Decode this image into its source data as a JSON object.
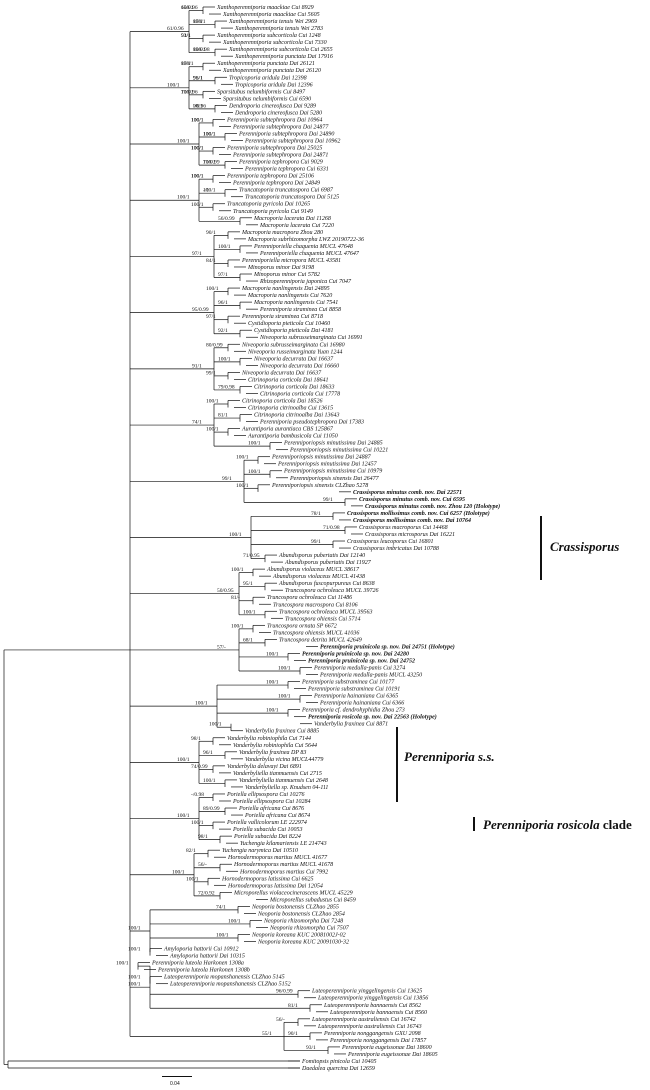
{
  "tree": {
    "taxa": [
      {
        "name": "Xanthoperenniporia maackiae Cui 8929"
      },
      {
        "name": "Xanthoperenniporia maackiae Cui 5605"
      },
      {
        "name": "Xanthoperenniporia tenuis Wei 2969"
      },
      {
        "name": "Xanthoperenniporia tenuis Wei 2783"
      },
      {
        "name": "Xanthoperenniporia subcorticola Cui 1248"
      },
      {
        "name": "Xanthoperenniporia subcorticola Cui 7330"
      },
      {
        "name": "Xanthoperenniporia subcorticola Cui 2655"
      },
      {
        "name": "Xanthoperenniporia punctata Dai 17916"
      },
      {
        "name": "Xanthoperenniporia punctata Dai 26121"
      },
      {
        "name": "Xanthoperenniporia punctata Dai 26120"
      },
      {
        "name": "Tropicoporia aridula Dai 12398"
      },
      {
        "name": "Tropicoporia aridula Dai 12396"
      },
      {
        "name": "Sparsitubus nelumbiformis Cui 8497"
      },
      {
        "name": "Sparsitubus nelumbiformis Cui 6590"
      },
      {
        "name": "Dendroporia cinereofusca Dai 9289"
      },
      {
        "name": "Dendroporia cinereofusca Dai 5280"
      },
      {
        "name": "Perenniporia subtephropora Dai 10964"
      },
      {
        "name": "Perenniporia subtephropora Dai 24877"
      },
      {
        "name": "Perenniporia subtephropora Dai 24890"
      },
      {
        "name": "Perenniporia subtephropora Dai 10962"
      },
      {
        "name": "Perenniporia subtephropora Dai 25025"
      },
      {
        "name": "Perenniporia subtephropora Dai 24871"
      },
      {
        "name": "Perenniporia tephropora Cui 9029"
      },
      {
        "name": "Perenniporia tephropora Cui 6331"
      },
      {
        "name": "Perenniporia tephropora Dai 25106"
      },
      {
        "name": "Perenniporia tephropora Dai 24849"
      },
      {
        "name": "Truncatoporia truncatospora Cui 6987"
      },
      {
        "name": "Truncatoporia truncatospora Dai 5125"
      },
      {
        "name": "Truncatoporia pyricola Dai 10265"
      },
      {
        "name": "Truncatoporia pyricola Cui 9149"
      },
      {
        "name": "Macroporia lacerata Dai 11268"
      },
      {
        "name": "Macroporia lacerata Cui 7220"
      },
      {
        "name": "Macroporia macropora Zhou 280"
      },
      {
        "name": "Macroporia subrhizomorpha LWZ 20190722-36"
      },
      {
        "name": "Perenniporiella chaquenia MUCL 47648"
      },
      {
        "name": "Perenniporiella chaquenia MUCL 47647"
      },
      {
        "name": "Perenniporiella micropora MUCL 43581"
      },
      {
        "name": "Minoporus minor Dai 9198"
      },
      {
        "name": "Minoporus minor Cui 5782"
      },
      {
        "name": "Rhizoperenniporia japonica Cui 7047"
      },
      {
        "name": "Macroporia nanlingensis Dai 24895"
      },
      {
        "name": "Macroporia nanlingensis Cui 7620"
      },
      {
        "name": "Macroporia nanlingensis Cui 7541"
      },
      {
        "name": "Perenniporia straminea Cui 8858"
      },
      {
        "name": "Perenniporia straminea Cui 8718"
      },
      {
        "name": "Cystidioporia pieticola Cui 10460"
      },
      {
        "name": "Cystidioporia pieticola Dai 4181"
      },
      {
        "name": "Niveoporia subrusseimarginata Cui 16991"
      },
      {
        "name": "Niveoporia subrusseimarginata Cui 16980"
      },
      {
        "name": "Niveoporia russeimarginata Yuan 1244"
      },
      {
        "name": "Niveoporia decurrata Dai 16637"
      },
      {
        "name": "Niveoporia decurrata Dai 16660"
      },
      {
        "name": "Niveoporia decurrata Dai 16637"
      },
      {
        "name": "Citrinoporia corticola Dai 18641"
      },
      {
        "name": "Citrinoporia corticola Dai 18633"
      },
      {
        "name": "Citrinoporia corticola Cui 17778"
      },
      {
        "name": "Citrinoporia corticola Dai 18526"
      },
      {
        "name": "Citrinoporia citrinoalba Cui 13615"
      },
      {
        "name": "Citrinoporia citrinoalba Dai 13643"
      },
      {
        "name": "Perenniporia pseudotephropora Dai 17383"
      },
      {
        "name": "Aurantiporia aurantiaca CBS 125867"
      },
      {
        "name": "Aurantiporia bambusicola Cui 11050"
      },
      {
        "name": "Perenniporiopsis minutissima Dai 24885"
      },
      {
        "name": "Perenniporiopsis minutissima Cui 10221"
      },
      {
        "name": "Perenniporiopsis minutissima Dai 24887"
      },
      {
        "name": "Perenniporiopsis minutissima Dai 12457"
      },
      {
        "name": "Perenniporiopsis minutissima Cui 10979"
      },
      {
        "name": "Perenniporiopsis sinensis Dai 26477"
      },
      {
        "name": "Perenniporiopsis sinensis CLZhao 5278"
      },
      {
        "name": "Crassisporus minutus comb. nov. Dai 22571",
        "bold": true
      },
      {
        "name": "Crassisporus minutus comb. nov. Cui 6595",
        "bold": true
      },
      {
        "name": "Crassisporus minutus comb. nov. Zhou 120 (Holotype)",
        "bold": true
      },
      {
        "name": "Crassisporus mollissimus comb. nov. Cui 6257 (Holotype)",
        "bold": true
      },
      {
        "name": "Crassisporus mollissimus comb. nov. Dai 10764",
        "bold": true
      },
      {
        "name": "Crassisporus macroporus Cui 14468"
      },
      {
        "name": "Crassisporus microsporus Dai 16221"
      },
      {
        "name": "Crassisporus leucoporus Cui 16801"
      },
      {
        "name": "Crassisporus imbricatus Dai 10788"
      },
      {
        "name": "Abundisporus pubertatis Dai 12140"
      },
      {
        "name": "Abundisporus pubertatis Dai 11927"
      },
      {
        "name": "Abundisporus violaceus MUCL 38617"
      },
      {
        "name": "Abundisporus violaceus MUCL 41438"
      },
      {
        "name": "Abundisporus fuscopurpureus Cui 8638"
      },
      {
        "name": "Truncospora ochroleuca MUCL 39726"
      },
      {
        "name": "Truncospora ochroleuca Cui 11486"
      },
      {
        "name": "Truncospora macrospora Cui 8106"
      },
      {
        "name": "Truncospora ochroleuca MUCL 39563"
      },
      {
        "name": "Truncospora ohiensis Cui 5714"
      },
      {
        "name": "Truncospora ornata SP 6672"
      },
      {
        "name": "Truncospora ohiensis MUCL 41036"
      },
      {
        "name": "Truncospora detrita MUCL 42649"
      },
      {
        "name": "Perenniporia pruinicola sp. nov. Dai 24751 (Holotype)",
        "bold": true
      },
      {
        "name": "Perenniporia pruinicola sp. nov. Dai 24280",
        "bold": true
      },
      {
        "name": "Perenniporia pruinicola sp. nov. Dai 24752",
        "bold": true
      },
      {
        "name": "Perenniporia medulla-panis Cui 3274"
      },
      {
        "name": "Perenniporia medulla-panis MUCL 43250"
      },
      {
        "name": "Perenniporia substraminea Cui 10177"
      },
      {
        "name": "Perenniporia substraminea Cui 10191"
      },
      {
        "name": "Perenniporia hainaniana Cui 6365"
      },
      {
        "name": "Perenniporia hainaniana Cui 6366"
      },
      {
        "name": "Perenniporia cf. dendrohyphidia Zhou 273"
      },
      {
        "name": "Perenniporia rosicola sp. nov. Dai 22563 (Holotype)",
        "bold": true
      },
      {
        "name": "Vanderbylia fraxinea Cui 8871"
      },
      {
        "name": "Vanderbylia fraxinea Cui 8885"
      },
      {
        "name": "Vanderbylia robiniophila Cui 7144"
      },
      {
        "name": "Vanderbylia robiniophila Cui 5644"
      },
      {
        "name": "Vanderbylia fraxinea DP 83"
      },
      {
        "name": "Vanderbylia vicina MUCL44779"
      },
      {
        "name": "Vanderbylia delavayi Dai 6891"
      },
      {
        "name": "Vanderbyliella tianmuensis Cui 2715"
      },
      {
        "name": "Vanderbyliella tianmuensis Cui 2648"
      },
      {
        "name": "Vanderbyliella sp. Knudsen 04-111"
      },
      {
        "name": "Poriella ellipsospora Cui 10276"
      },
      {
        "name": "Poriella ellipsospora Cui 10284"
      },
      {
        "name": "Poriella africana Cui 8676"
      },
      {
        "name": "Poriella africana Cui 8674"
      },
      {
        "name": "Poriella vallicolorum LE 222974"
      },
      {
        "name": "Poriella subacida Cui 10053"
      },
      {
        "name": "Poriella subacida Dai 8224"
      },
      {
        "name": "Yuchengia kilamariensis LE 214743"
      },
      {
        "name": "Yuchengia narymica Dai 10510"
      },
      {
        "name": "Hornodermoporus martius MUCL 41677"
      },
      {
        "name": "Hornodermoporus martius MUCL 41678"
      },
      {
        "name": "Hornodermoporus martius Cui 7992"
      },
      {
        "name": "Hornodermoporus latissima Cui 6625"
      },
      {
        "name": "Hornodermoporus latissima Dai 12054"
      },
      {
        "name": "Microporellus violaceocinerascens MUCL 45229"
      },
      {
        "name": "Microporellus subadustus Cui 8459"
      },
      {
        "name": "Neoporia bostonensis CLZhao 2855"
      },
      {
        "name": "Neoporia bostonensis CLZhao 2854"
      },
      {
        "name": "Neoporia rhizomorpha Dai 7248"
      },
      {
        "name": "Neoporia rhizomorpha Cui 7507"
      },
      {
        "name": "Neoporia koreana KUC 20081002J-02"
      },
      {
        "name": "Neoporia koreana KUC 20091030-32"
      },
      {
        "name": "Amyloporia hattorii Cui 10912"
      },
      {
        "name": "Amyloporia hattorii Dai 10315"
      },
      {
        "name": "Perenniporia luteola Harkonen 1308a"
      },
      {
        "name": "Perenniporia luteola Harkonen 1308b"
      },
      {
        "name": "Luteoperenniporia mopanshanensis CLZhao 5145"
      },
      {
        "name": "Luteoperenniporia mopanshanensis CLZhao 5152"
      },
      {
        "name": "Luteoperenniporia yinggelingensis Cui 13625"
      },
      {
        "name": "Luteoperenniporia yinggelingensis Cui 13856"
      },
      {
        "name": "Luteoperenniporia bannaensis Cui 8562"
      },
      {
        "name": "Luteoperenniporia bannaensis Cui 8560"
      },
      {
        "name": "Luteoperenniporia australiensis Cui 16742"
      },
      {
        "name": "Luteoperenniporia australiensis Cui 16743"
      },
      {
        "name": "Perenniporia nonggangensis GXU 2098"
      },
      {
        "name": "Perenniporia nonggangensis Dai 17857"
      },
      {
        "name": "Perenniporia eugeissonae Dai 18600"
      },
      {
        "name": "Perenniporia eugeissonae Dai 18605"
      },
      {
        "name": "Fomitopsis pinicola Cui 10405"
      },
      {
        "name": "Daedalea quercina Dai 12659"
      }
    ],
    "supports": [
      "65/0.96",
      "87/1",
      "91/1",
      "100/1",
      "87/1",
      "95/1",
      "70/0.96",
      "-/0.96",
      "100/1",
      "100/1",
      "100/1",
      "70/0.99",
      "100/1",
      "-/1",
      "100/1",
      "56/0.99",
      "90/1",
      "100/1",
      "84/1",
      "97/1",
      "100/1",
      "96/1",
      "97/1",
      "92/1",
      "80/0.99",
      "100/1",
      "99/1",
      "79/0.98",
      "100/1",
      "81/1",
      "100/1",
      "100/1",
      "100/1",
      "100/1",
      "100/1",
      "99/1",
      "78/1",
      "71/0.98",
      "99/1",
      "71/0.95",
      "100/1",
      "95/1",
      "81/-",
      "100/1",
      "100/1",
      "68/1",
      "100/1",
      "100/1",
      "100/1",
      "100/1",
      "100/1",
      "100/1",
      "98/1",
      "96/1",
      "74/0.99",
      "100/1",
      "-/0.98",
      "89/0.99",
      "100/1",
      "98/1",
      "82/1",
      "56/-",
      "100/1",
      "72/0.92",
      "74/1",
      "100/1",
      "100/1",
      "100/1",
      "100/1",
      "100/1",
      "96/0.99",
      "81/1",
      "56/-",
      "90/1",
      "93/1",
      "61/0.96",
      "100/1",
      "100/1",
      "100/1",
      "97/1",
      "95/0.99",
      "91/1",
      "74/1",
      "99/1",
      "100/1",
      "50/0.95",
      "57/-",
      "100/1",
      "100/1",
      "100/1",
      "100/1",
      "100/1",
      "100/1",
      "55/1",
      "100/1",
      "100/1",
      "53/1",
      "89/0.98",
      "100/1",
      "96/1",
      "100/1",
      "98/1",
      "100/1",
      "100/1",
      "100/1",
      "100/1",
      "100/1",
      "100/1"
    ]
  },
  "clades": {
    "crassisporus": "Crassisporus",
    "perenniporia_ss": "Perenniporia s.s.",
    "rosicola_genus": "Perenniporia rosicola",
    "rosicola_suffix": " clade"
  },
  "scale": {
    "label": "0.04"
  }
}
